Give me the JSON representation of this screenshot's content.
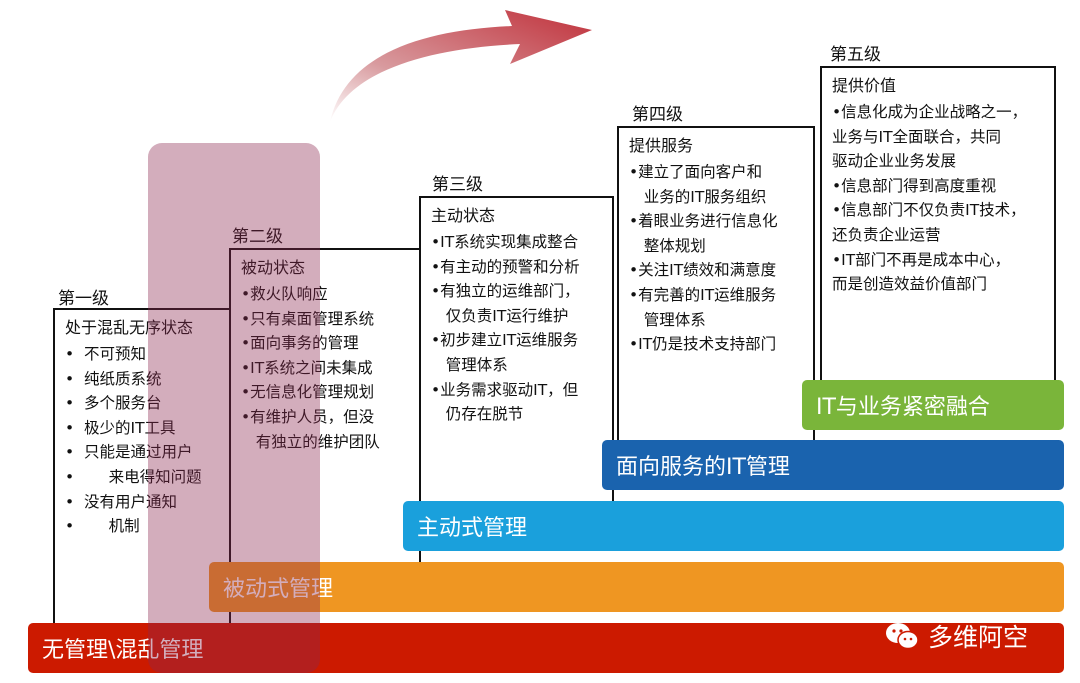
{
  "levels": [
    {
      "label": "第一级",
      "title": "处于混乱无序状态",
      "items": [
        "•  不可预知",
        "•  纯纸质系统",
        "•  多个服务台",
        "•  极少的IT工具",
        "•  只能是通过用户",
        "•       来电得知问题",
        "•  没有用户通知",
        "•       机制"
      ]
    },
    {
      "label": "第二级",
      "title": "被动状态",
      "items": [
        "•救火队响应",
        "•只有桌面管理系统",
        "•面向事务的管理",
        "•IT系统之间未集成",
        "•无信息化管理规划",
        "•有维护人员，但没",
        "   有独立的维护团队"
      ]
    },
    {
      "label": "第三级",
      "title": "主动状态",
      "items": [
        "•IT系统实现集成整合",
        "•有主动的预警和分析",
        "•有独立的运维部门，",
        "   仅负责IT运行维护",
        "•初步建立IT运维服务",
        "   管理体系",
        "•业务需求驱动IT，但",
        "   仍存在脱节"
      ]
    },
    {
      "label": "第四级",
      "title": "提供服务",
      "items": [
        "•建立了面向客户和",
        "   业务的IT服务组织",
        "•着眼业务进行信息化",
        "   整体规划",
        "•关注IT绩效和满意度",
        "•有完善的IT运维服务",
        "   管理体系",
        "•IT仍是技术支持部门"
      ]
    },
    {
      "label": "第五级",
      "title": "提供价值",
      "items": [
        "•信息化成为企业战略之一，",
        "业务与IT全面联合，共同",
        "驱动企业业务发展",
        "•信息部门得到高度重视",
        "•信息部门不仅负责IT技术，",
        "还负责企业运营",
        "•IT部门不再是成本中心，",
        "而是创造效益价值部门"
      ]
    }
  ],
  "bars": [
    {
      "label": "无管理\\混乱管理",
      "color": "#cc1a00"
    },
    {
      "label": "被动式管理",
      "color": "#ef9622"
    },
    {
      "label": "主动式管理",
      "color": "#1aa0dc"
    },
    {
      "label": "面向服务的IT管理",
      "color": "#1a63ae"
    },
    {
      "label": "IT与业务紧密融合",
      "color": "#7ab53a"
    }
  ],
  "watermark": {
    "text": "多维阿空",
    "icon": "wechat-icon"
  },
  "colors": {
    "arrow": "#c0303a",
    "overlay": "#8c2850"
  }
}
